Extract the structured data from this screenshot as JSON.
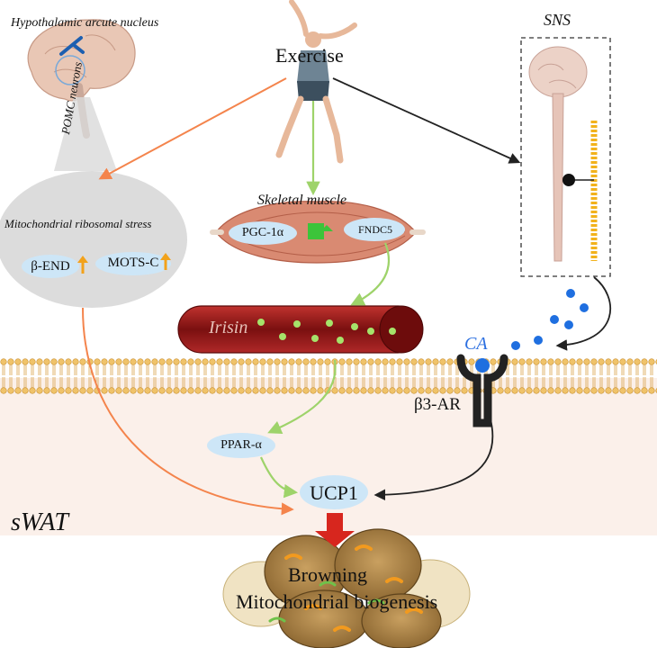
{
  "labels": {
    "hypothalamic": "Hypothalamic arcute nucleus",
    "pomc": "POMC neurons",
    "exercise": "Exercise",
    "sns": "SNS",
    "mito_stress": "Mitochondrial ribosomal stress",
    "beta_end": "β-END",
    "mots_c": "MOTS-C",
    "skeletal_muscle": "Skeletal muscle",
    "pgc": "PGC-1α",
    "fndc5": "FNDC5",
    "irisin": "Irisin",
    "ca": "CA",
    "b3ar": "β3-AR",
    "ppar": "PPAR-α",
    "ucp1": "UCP1",
    "swat": "sWAT",
    "browning": "Browning",
    "mito_bio": "Mitochondrial biogenesis"
  },
  "colors": {
    "orange_arrow": "#f4844c",
    "green_arrow": "#9ed36a",
    "black_arrow": "#222222",
    "red_arrow": "#d7261e",
    "pill": "#cde6f7",
    "blue_dot": "#1f6fe0",
    "irisin_dot": "#a6e36a",
    "vessel": "#9b1c1c",
    "membrane": "#e9b55a",
    "swat_bg": "#fbf0ea",
    "up_arrow": "#f2a21b"
  }
}
